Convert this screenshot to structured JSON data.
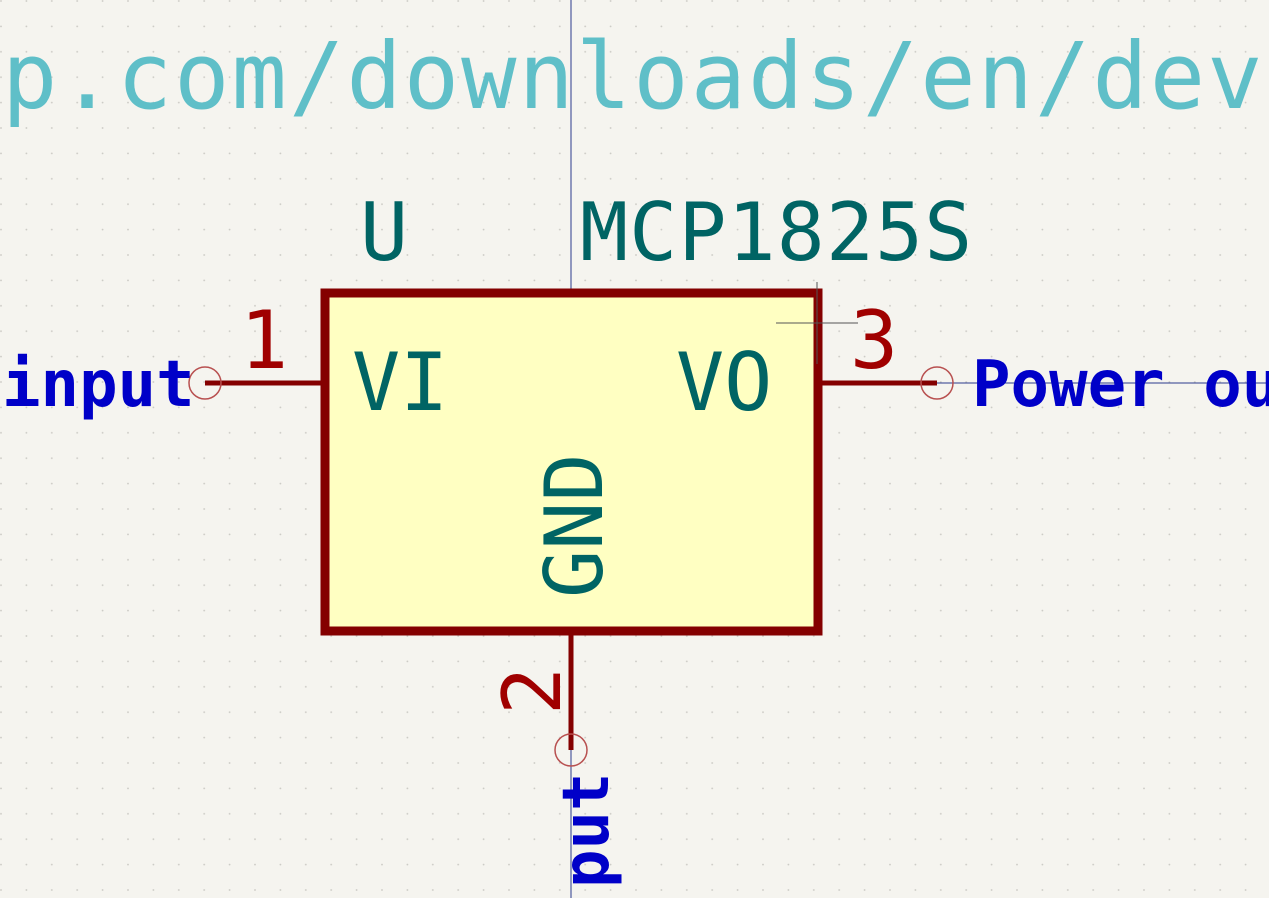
{
  "component": {
    "reference": "U",
    "value": "MCP1825S",
    "datasheet_url_fragment": "p.com/downloads/en/devic"
  },
  "pins": [
    {
      "number": "1",
      "name": "VI"
    },
    {
      "number": "2",
      "name": "GND"
    },
    {
      "number": "3",
      "name": "VO"
    }
  ],
  "net_labels": {
    "left": "input",
    "right": "Power ou",
    "bottom": "put"
  },
  "colors": {
    "background": "#f5f4ef",
    "body_fill": "#ffffc2",
    "body_outline": "#840000",
    "pin": "#840000",
    "pin_name": "#006464",
    "field_text": "#006464",
    "url_text": "#5fbfc8",
    "net_label": "#0000c8",
    "crosshair": "#1a237e"
  }
}
